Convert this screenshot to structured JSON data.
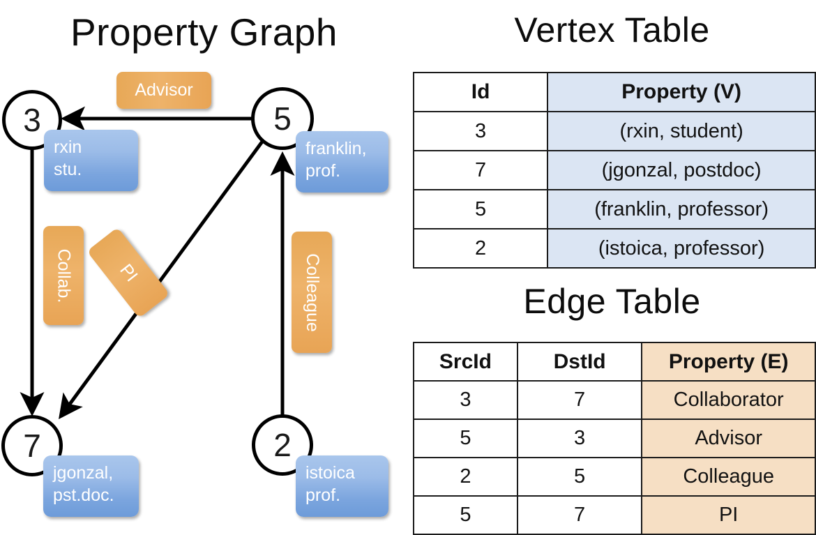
{
  "titles": {
    "property_graph": "Property Graph",
    "vertex_table": "Vertex Table",
    "edge_table": "Edge Table"
  },
  "colors": {
    "node_stroke": "#000000",
    "vertex_prop_fill": "#dbe5f3",
    "edge_prop_fill": "#f6dfc4",
    "blue_box": "#7ba5de",
    "orange_box": "#e8a455"
  },
  "graph": {
    "nodes": [
      {
        "id": "3",
        "label": "3",
        "property_lines": [
          "rxin",
          "stu."
        ]
      },
      {
        "id": "5",
        "label": "5",
        "property_lines": [
          "franklin,",
          "prof."
        ]
      },
      {
        "id": "7",
        "label": "7",
        "property_lines": [
          "jgonzal,",
          "pst.doc."
        ]
      },
      {
        "id": "2",
        "label": "2",
        "property_lines": [
          "istoica",
          "prof."
        ]
      }
    ],
    "edge_labels": [
      {
        "name": "advisor",
        "text": "Advisor"
      },
      {
        "name": "collab",
        "text": "Collab."
      },
      {
        "name": "pi",
        "text": "PI"
      },
      {
        "name": "colleague",
        "text": "Colleague"
      }
    ],
    "edges": [
      {
        "src": "5",
        "dst": "3",
        "label": "Advisor"
      },
      {
        "src": "3",
        "dst": "7",
        "label": "Collab."
      },
      {
        "src": "5",
        "dst": "7",
        "label": "PI"
      },
      {
        "src": "2",
        "dst": "5",
        "label": "Colleague"
      }
    ]
  },
  "vertex_table": {
    "headers": [
      "Id",
      "Property (V)"
    ],
    "rows": [
      {
        "id": "3",
        "property": "(rxin, student)"
      },
      {
        "id": "7",
        "property": "(jgonzal, postdoc)"
      },
      {
        "id": "5",
        "property": "(franklin, professor)"
      },
      {
        "id": "2",
        "property": "(istoica, professor)"
      }
    ]
  },
  "edge_table": {
    "headers": [
      "SrcId",
      "DstId",
      "Property (E)"
    ],
    "rows": [
      {
        "src": "3",
        "dst": "7",
        "property": "Collaborator"
      },
      {
        "src": "5",
        "dst": "3",
        "property": "Advisor"
      },
      {
        "src": "2",
        "dst": "5",
        "property": "Colleague"
      },
      {
        "src": "5",
        "dst": "7",
        "property": "PI"
      }
    ]
  }
}
